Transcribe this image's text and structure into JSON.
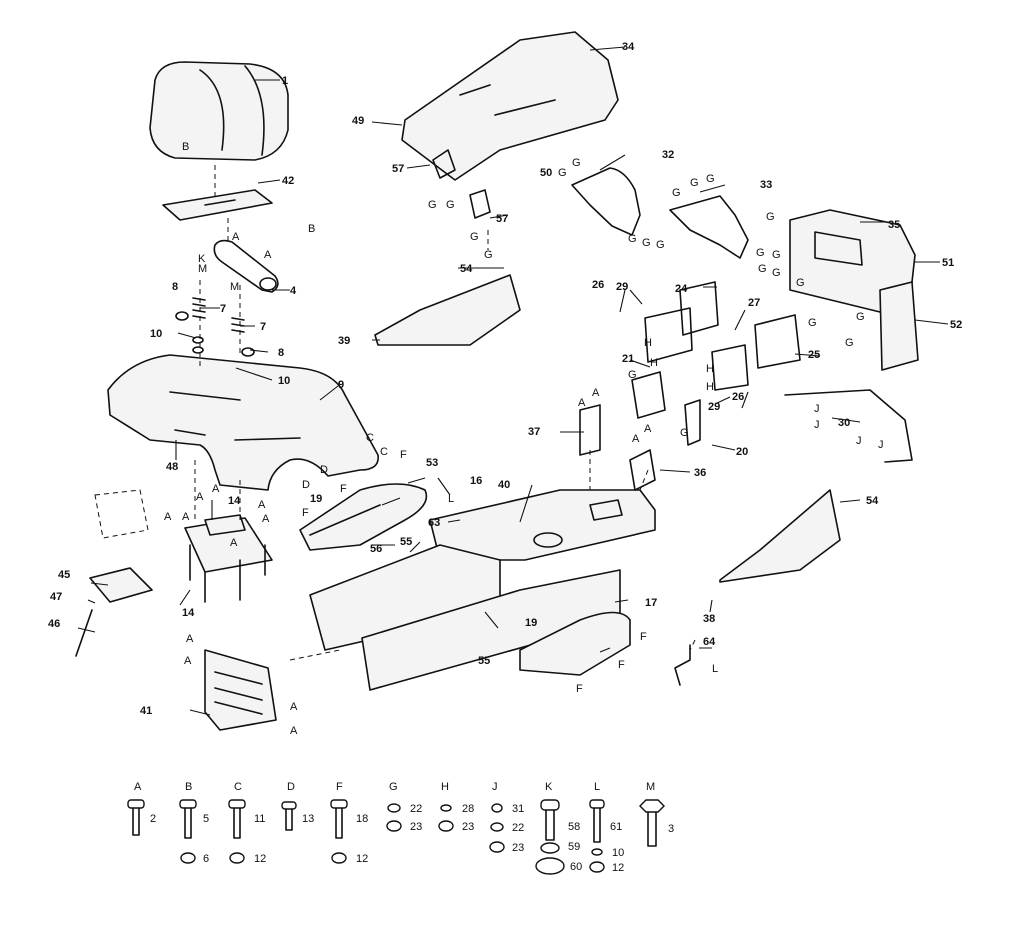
{
  "diagram": {
    "parts": [
      {
        "id": "1",
        "label": "1"
      },
      {
        "id": "4",
        "label": "4"
      },
      {
        "id": "7a",
        "label": "7"
      },
      {
        "id": "7b",
        "label": "7"
      },
      {
        "id": "8a",
        "label": "8"
      },
      {
        "id": "8b",
        "label": "8"
      },
      {
        "id": "9",
        "label": "9"
      },
      {
        "id": "10a",
        "label": "10"
      },
      {
        "id": "10b",
        "label": "10"
      },
      {
        "id": "14a",
        "label": "14"
      },
      {
        "id": "14b",
        "label": "14"
      },
      {
        "id": "16",
        "label": "16"
      },
      {
        "id": "17",
        "label": "17"
      },
      {
        "id": "19a",
        "label": "19"
      },
      {
        "id": "19b",
        "label": "19"
      },
      {
        "id": "20",
        "label": "20"
      },
      {
        "id": "21",
        "label": "21"
      },
      {
        "id": "24",
        "label": "24"
      },
      {
        "id": "25",
        "label": "25"
      },
      {
        "id": "26a",
        "label": "26"
      },
      {
        "id": "26b",
        "label": "26"
      },
      {
        "id": "27",
        "label": "27"
      },
      {
        "id": "29a",
        "label": "29"
      },
      {
        "id": "29b",
        "label": "29"
      },
      {
        "id": "30",
        "label": "30"
      },
      {
        "id": "32",
        "label": "32"
      },
      {
        "id": "33",
        "label": "33"
      },
      {
        "id": "34",
        "label": "34"
      },
      {
        "id": "35",
        "label": "35"
      },
      {
        "id": "36",
        "label": "36"
      },
      {
        "id": "37",
        "label": "37"
      },
      {
        "id": "38",
        "label": "38"
      },
      {
        "id": "39",
        "label": "39"
      },
      {
        "id": "40",
        "label": "40"
      },
      {
        "id": "41",
        "label": "41"
      },
      {
        "id": "42",
        "label": "42"
      },
      {
        "id": "45",
        "label": "45"
      },
      {
        "id": "46",
        "label": "46"
      },
      {
        "id": "47",
        "label": "47"
      },
      {
        "id": "48",
        "label": "48"
      },
      {
        "id": "49",
        "label": "49"
      },
      {
        "id": "50",
        "label": "50"
      },
      {
        "id": "51",
        "label": "51"
      },
      {
        "id": "52",
        "label": "52"
      },
      {
        "id": "53",
        "label": "53"
      },
      {
        "id": "54a",
        "label": "54"
      },
      {
        "id": "54b",
        "label": "54"
      },
      {
        "id": "55a",
        "label": "55"
      },
      {
        "id": "55b",
        "label": "55"
      },
      {
        "id": "56",
        "label": "56"
      },
      {
        "id": "57a",
        "label": "57"
      },
      {
        "id": "57b",
        "label": "57"
      },
      {
        "id": "63",
        "label": "63"
      },
      {
        "id": "64",
        "label": "64"
      }
    ],
    "letter_callouts": [
      "A",
      "B",
      "C",
      "D",
      "F",
      "G",
      "H",
      "J",
      "K",
      "L",
      "M"
    ],
    "hardware_key": [
      {
        "letter": "A",
        "items": [
          "2"
        ]
      },
      {
        "letter": "B",
        "items": [
          "5",
          "6"
        ]
      },
      {
        "letter": "C",
        "items": [
          "11",
          "12"
        ]
      },
      {
        "letter": "D",
        "items": [
          "13"
        ]
      },
      {
        "letter": "F",
        "items": [
          "18",
          "12"
        ]
      },
      {
        "letter": "G",
        "items": [
          "22",
          "23"
        ]
      },
      {
        "letter": "H",
        "items": [
          "28",
          "23"
        ]
      },
      {
        "letter": "J",
        "items": [
          "31",
          "22",
          "23"
        ]
      },
      {
        "letter": "K",
        "items": [
          "58",
          "59",
          "60"
        ]
      },
      {
        "letter": "L",
        "items": [
          "61",
          "10",
          "12"
        ]
      },
      {
        "letter": "M",
        "items": [
          "3"
        ]
      }
    ]
  }
}
